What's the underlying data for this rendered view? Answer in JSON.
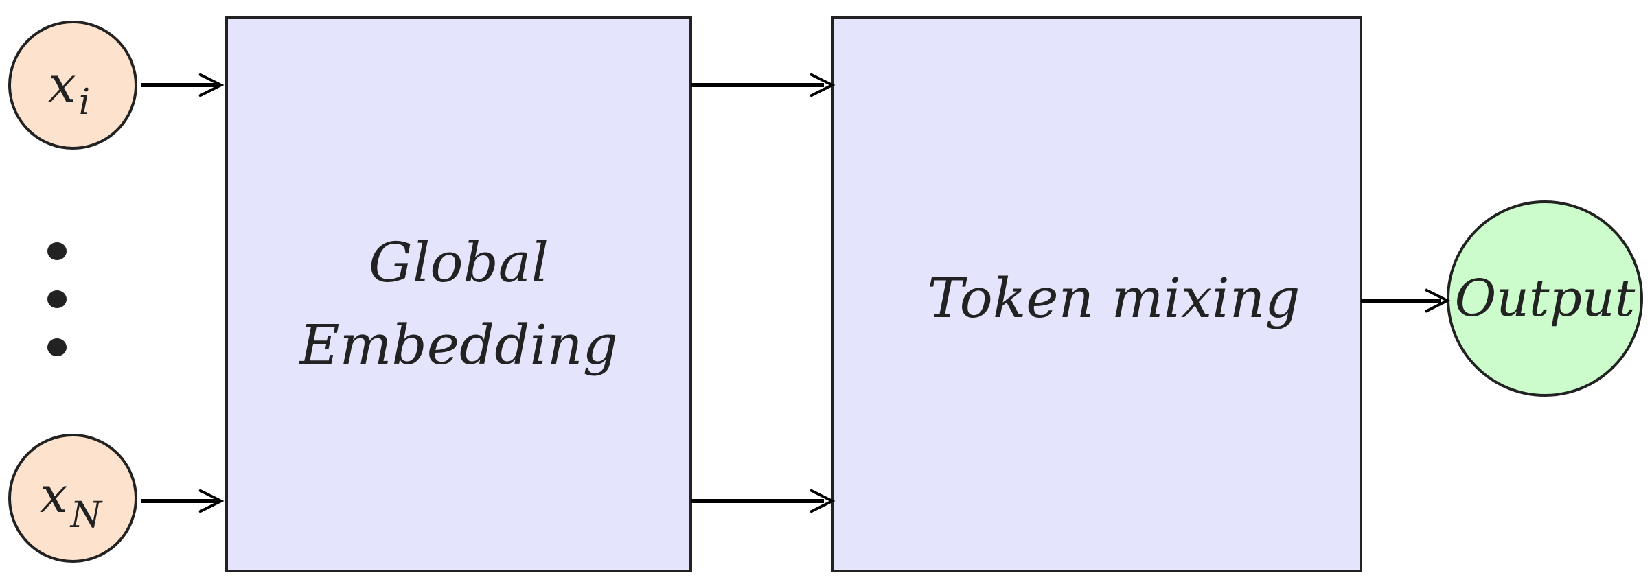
{
  "diagram": {
    "inputs": [
      {
        "var": "x",
        "sub": "i"
      },
      {
        "var": "x",
        "sub": "N"
      }
    ],
    "blocks": {
      "embedding": {
        "line1": "Global",
        "line2": "Embedding"
      },
      "mixing": {
        "label": "Token mixing"
      }
    },
    "output": {
      "label": "Output"
    }
  },
  "colors": {
    "input_fill": "#fde3cd",
    "block_fill": "#e4e4fc",
    "output_fill": "#ccfccc",
    "stroke": "#222222",
    "text": "#222222",
    "arrow": "#000000"
  }
}
